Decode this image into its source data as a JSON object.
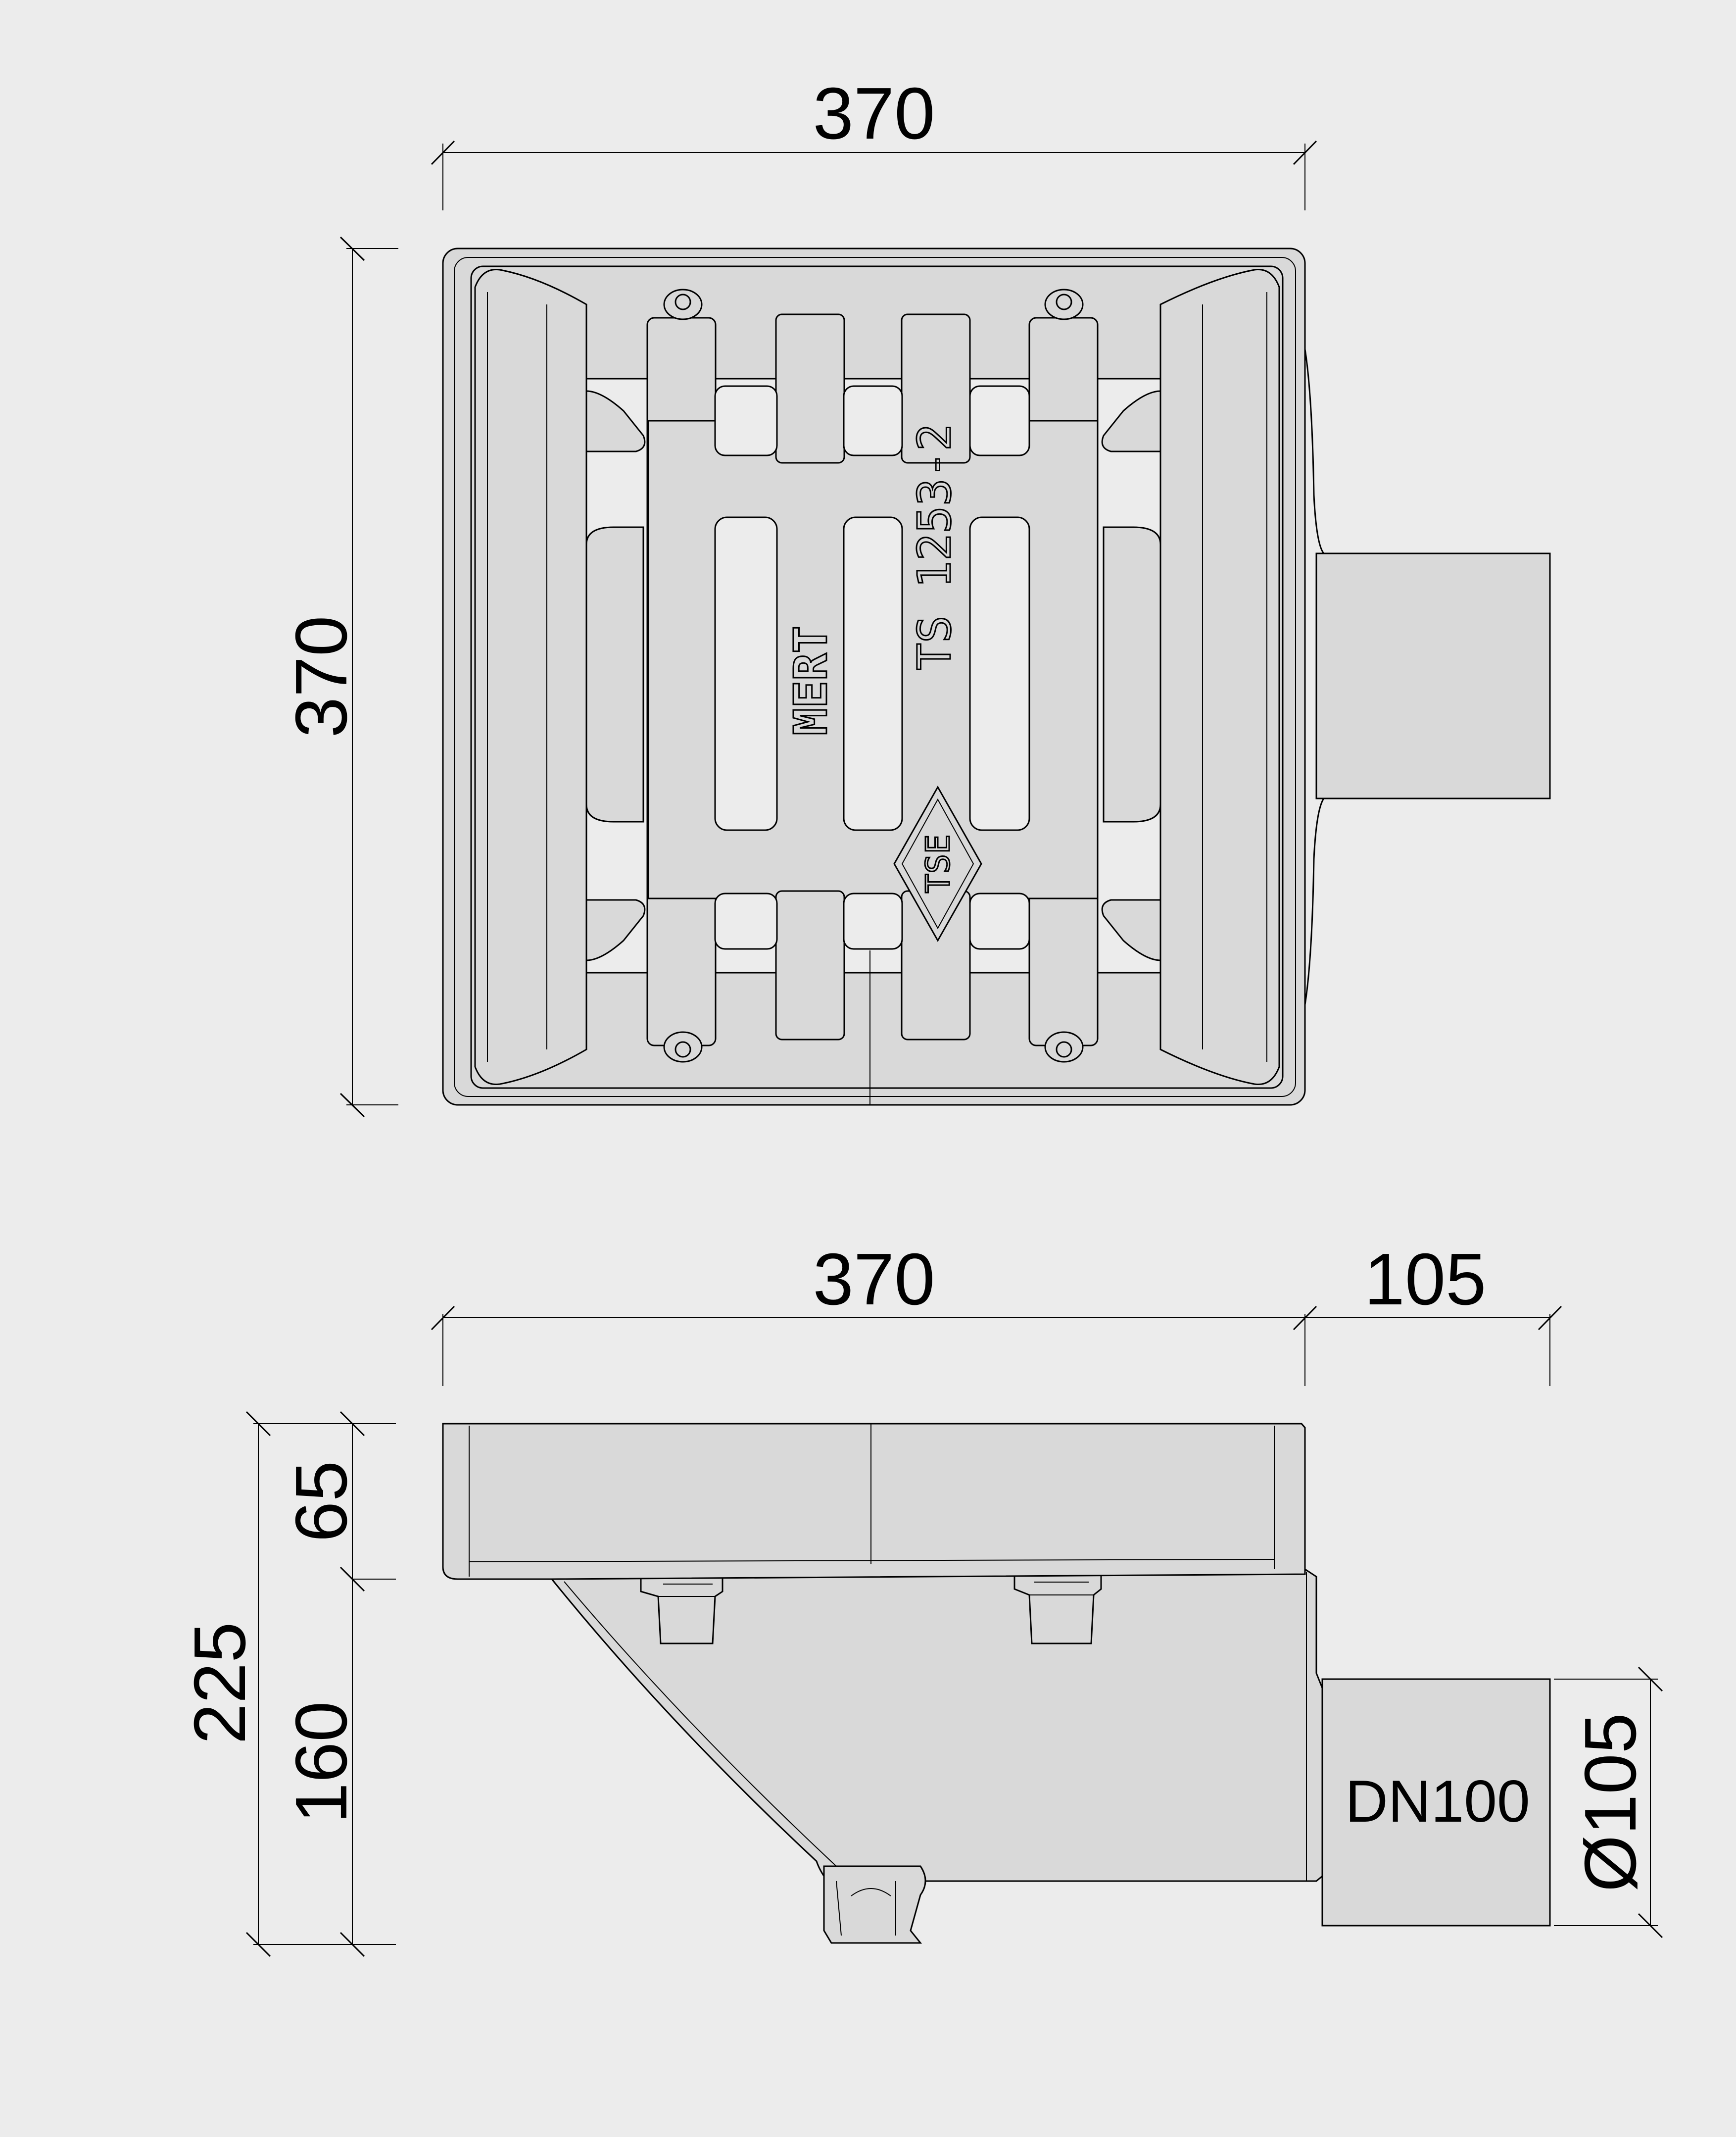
{
  "top_view": {
    "dim_width": "370",
    "dim_height": "370",
    "stamp_brand": "MERT",
    "stamp_standard": "TS 1253-2",
    "stamp_cert": "TSE"
  },
  "side_view": {
    "dim_body_width": "370",
    "dim_outlet_length": "105",
    "dim_total_height": "225",
    "dim_top_height": "65",
    "dim_bottom_height": "160",
    "outlet_label": "DN100",
    "outlet_diameter": "Ø105"
  }
}
